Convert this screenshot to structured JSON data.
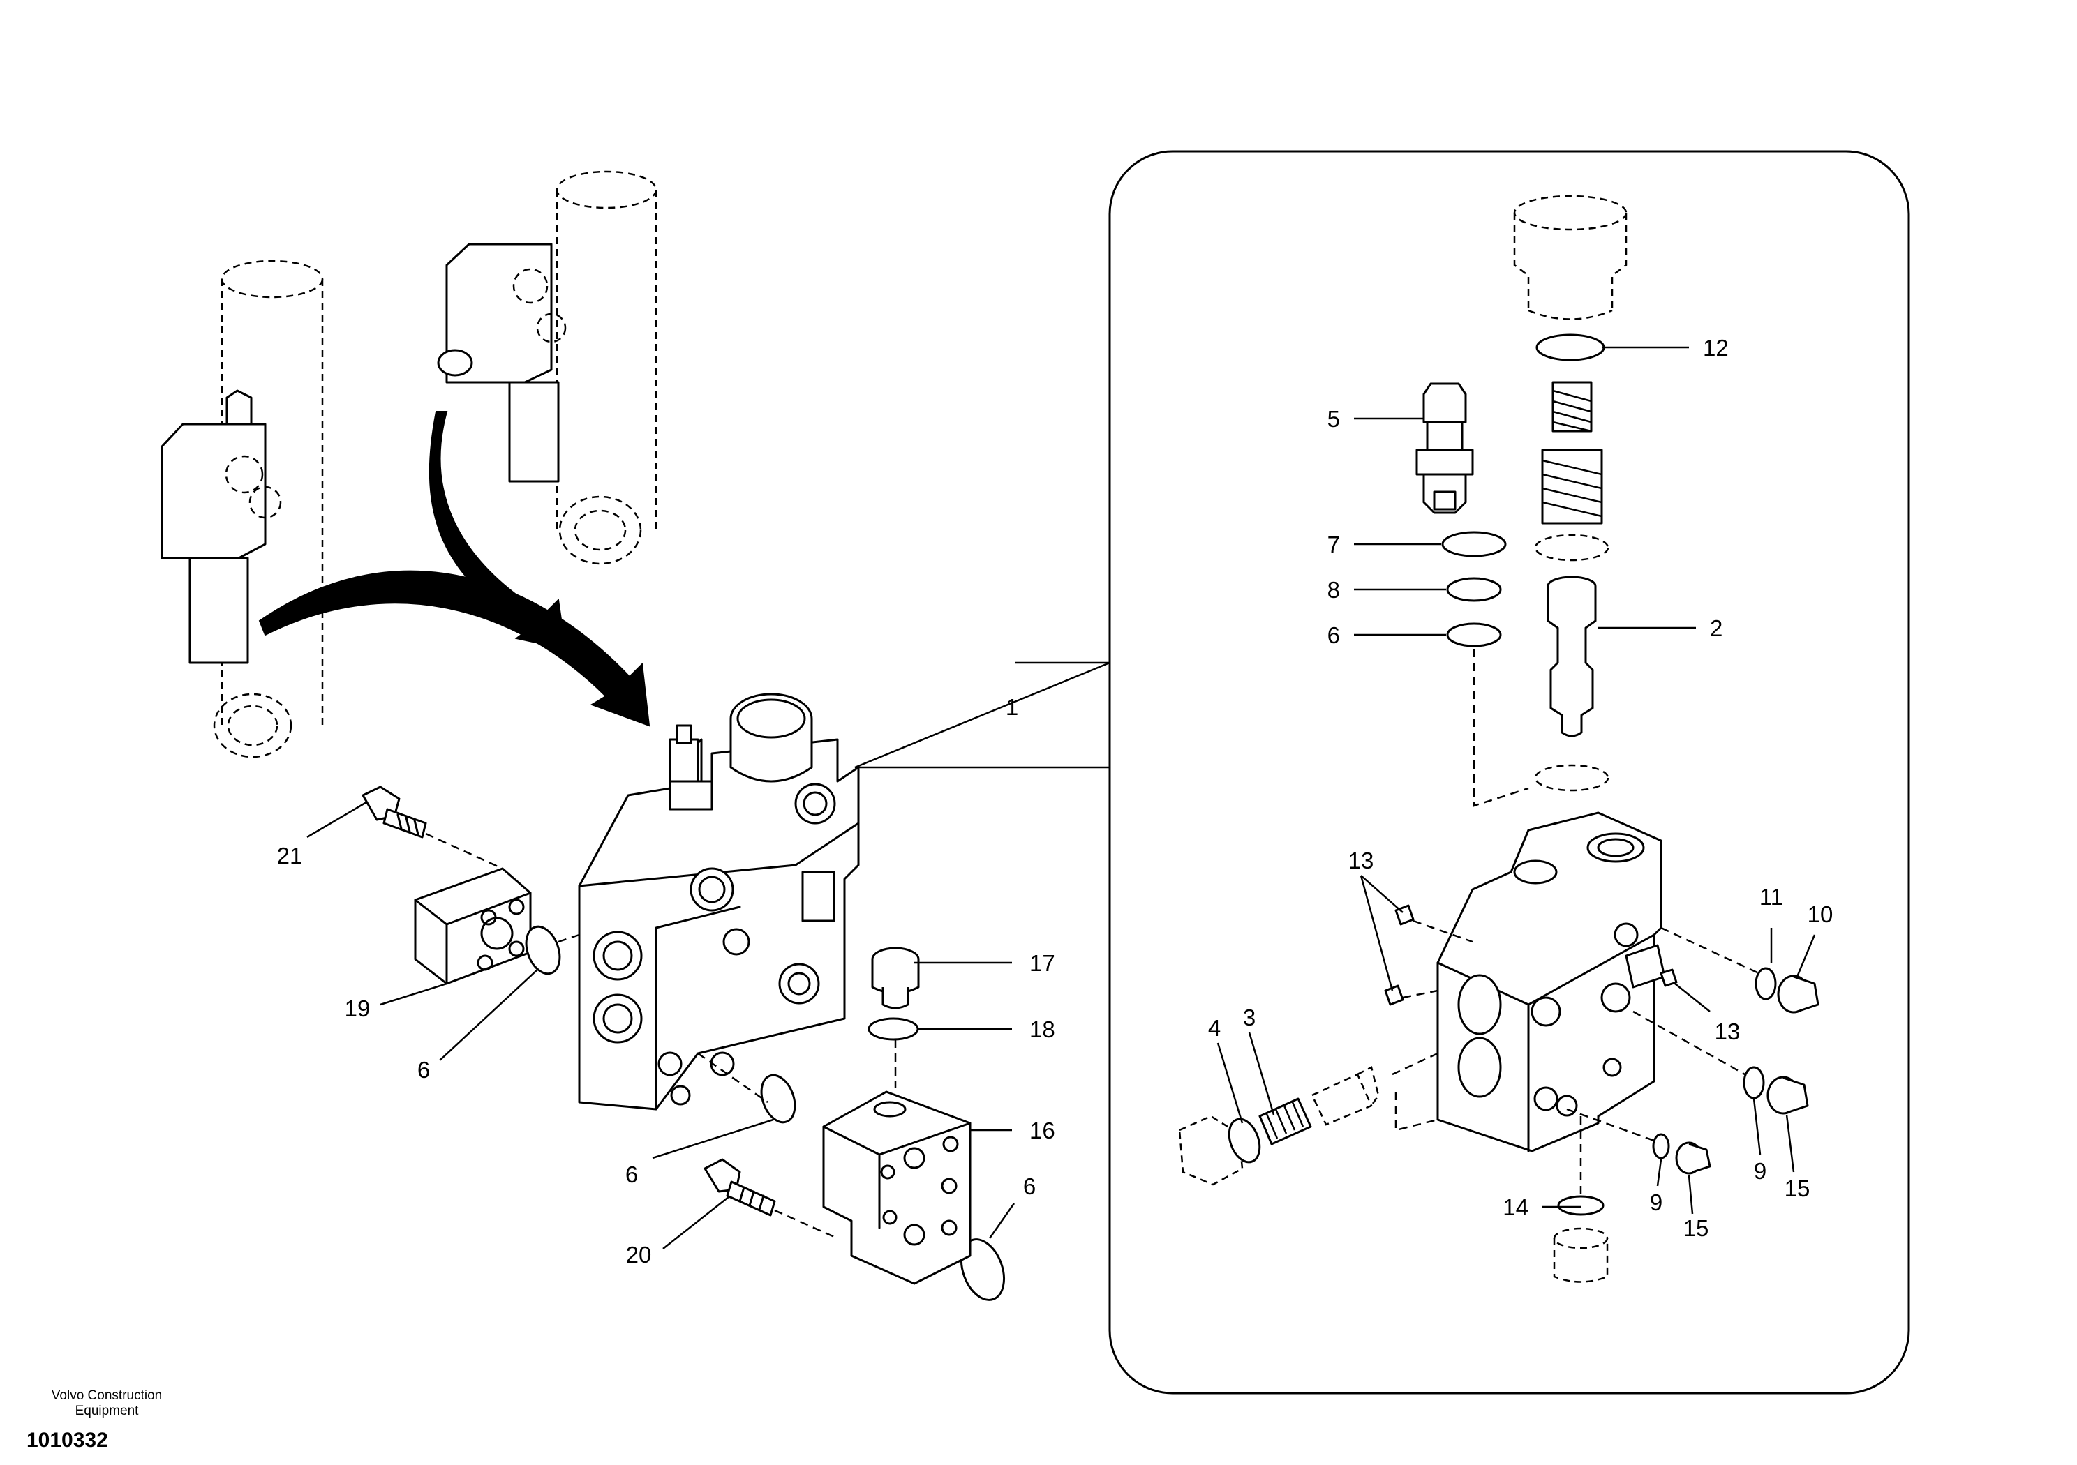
{
  "callouts": {
    "c1": "1",
    "c2": "2",
    "c3": "3",
    "c4": "4",
    "c5": "5",
    "c6a": "6",
    "c6b": "6",
    "c6c": "6",
    "c6d": "6",
    "c7": "7",
    "c8": "8",
    "c9a": "9",
    "c9b": "9",
    "c10": "10",
    "c11": "11",
    "c12": "12",
    "c13a": "13",
    "c13b": "13",
    "c14": "14",
    "c15a": "15",
    "c15b": "15",
    "c16": "16",
    "c17": "17",
    "c18": "18",
    "c19": "19",
    "c20": "20",
    "c21": "21"
  },
  "footer": {
    "maker_line1": "Volvo Construction",
    "maker_line2": "Equipment",
    "doc_number": "1010332"
  }
}
